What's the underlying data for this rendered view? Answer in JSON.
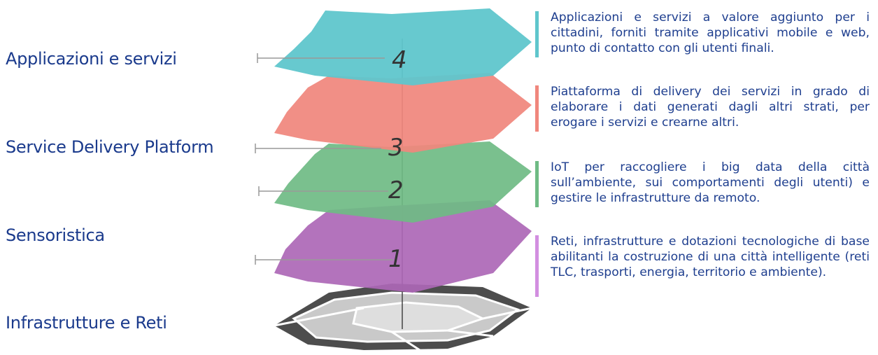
{
  "layers": [
    {
      "num": "4",
      "label": "Applicazioni e servizi",
      "color": "#5fc6cc",
      "description": "Applicazioni e servizi a valore aggiunto per i cittadini, forniti tramite applicativi mobile e web, punto di contatto con gli utenti finali."
    },
    {
      "num": "3",
      "label": "Service Delivery Platform",
      "color": "#f0877d",
      "description": "Piattaforma di delivery dei servizi in grado di elaborare i dati generati dagli altri strati, per erogare i servizi e crearne altri."
    },
    {
      "num": "2",
      "label": "Sensoristica",
      "color": "#6fbb84",
      "description": "IoT per raccogliere i big data della città sull’ambiente, sui comportamenti degli utenti) e gestire le infrastrutture da remoto."
    },
    {
      "num": "1",
      "label": "Infrastrutture e Reti",
      "color": "#ad67b6",
      "description": "Reti, infrastrutture e dotazioni tecnologiche di base abilitanti la costruzione di una città intelligente (reti TLC, trasporti, energia, territorio e ambiente)."
    }
  ],
  "colors": {
    "label_text": "#1a3a8c",
    "desc_text": "#1f3f8f",
    "base_dark": "#555555",
    "base_light": "#c8c8c8"
  }
}
